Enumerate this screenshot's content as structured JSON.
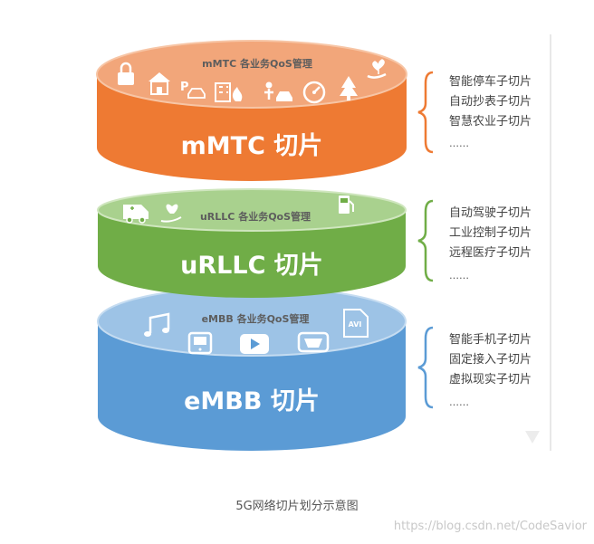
{
  "layers": [
    {
      "id": "mmtc",
      "title": "mMTC 切片",
      "qos_label": "mMTC 各业务QoS管理",
      "icons": [
        "lock-icon",
        "house-icon",
        "parking-car-icon",
        "building-fire-icon",
        "person-car-icon",
        "gauge-icon",
        "tree-icon",
        "plant-hand-icon"
      ],
      "use_cases": [
        "智能停车子切片",
        "自动抄表子切片",
        "智慧农业子切片",
        "……"
      ],
      "colors": {
        "top": "#f2a67a",
        "side": "#ee7a33",
        "edge": "#f7c5a5"
      }
    },
    {
      "id": "urllc",
      "title": "uRLLC 切片",
      "qos_label": "uRLLC 各业务QoS管理",
      "icons": [
        "ambulance-icon",
        "heart-hand-icon",
        "fuel-pump-icon"
      ],
      "use_cases": [
        "自动驾驶子切片",
        "工业控制子切片",
        "远程医疗子切片",
        "……"
      ],
      "colors": {
        "top": "#a9d18e",
        "side": "#70ad47",
        "edge": "#cfe6be"
      }
    },
    {
      "id": "embb",
      "title": "eMBB 切片",
      "qos_label": "eMBB 各业务QoS管理",
      "icons": [
        "music-icon",
        "tablet-icon",
        "play-icon",
        "vr-headset-icon",
        "avi-file-icon"
      ],
      "use_cases": [
        "智能手机子切片",
        "固定接入子切片",
        "虚拟现实子切片",
        "……"
      ],
      "colors": {
        "top": "#9dc3e6",
        "side": "#5b9bd5",
        "edge": "#c5dcf1"
      }
    }
  ],
  "caption": "5G网络切片划分示意图",
  "watermark": "https://blog.csdn.net/CodeSavior",
  "avi_label": "AVI"
}
